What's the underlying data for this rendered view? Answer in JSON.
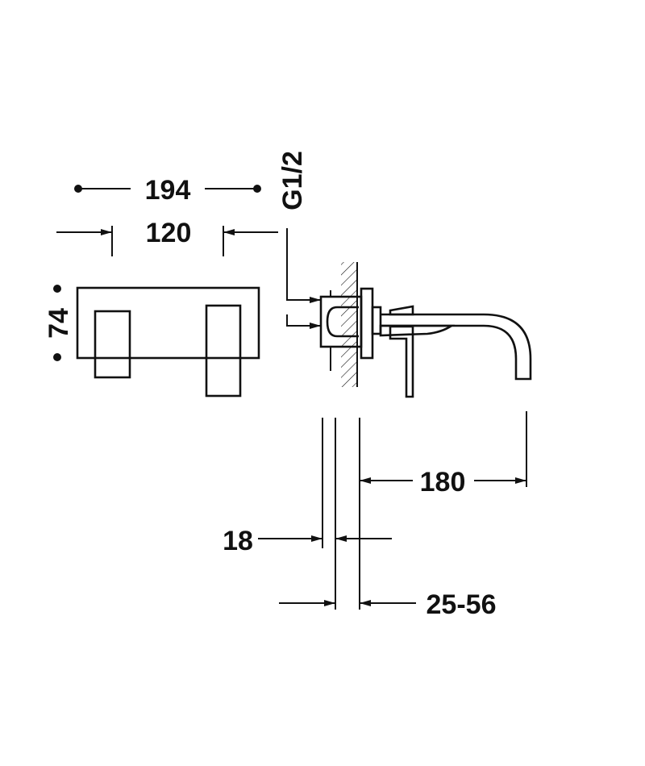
{
  "dimensions": {
    "overall_width": "194",
    "plate_width": "120",
    "height": "74",
    "thread": "G1/2",
    "spout_reach": "180",
    "plate_thickness": "18",
    "wall_range": "25-56"
  },
  "colors": {
    "line": "#111111",
    "background": "#ffffff"
  }
}
